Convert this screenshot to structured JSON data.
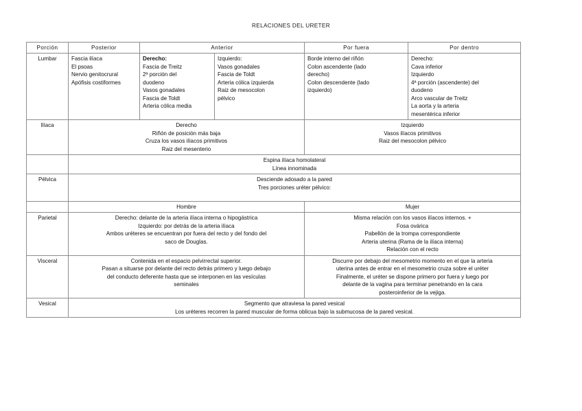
{
  "document": {
    "title": "RELACIONES DEL URETER"
  },
  "table": {
    "headers": {
      "porcion": "Porción",
      "posterior": "Posterior",
      "anterior": "Anterior",
      "por_fuera": "Por fuera",
      "por_dentro": "Por dentro"
    },
    "sub_headers": {
      "hombre": "Hombre",
      "mujer": "Mujer"
    },
    "rows": {
      "lumbar": {
        "label": "Lumbar",
        "posterior": [
          "Fascia ilíaca",
          "El psoas",
          "Nervio genitocrural",
          "Apófisis costiformes"
        ],
        "anterior_derecho_title": "Derecho:",
        "anterior_derecho": [
          "Fascia de Treitz",
          "2ª porción del",
          "duodeno",
          "Vasos gonadales",
          "Fascia de Toldt",
          "Arteria cólica media"
        ],
        "anterior_izquierdo_title": "Izquierdo:",
        "anterior_izquierdo": [
          "Vasos gonadales",
          "Fascia de Toldt",
          "Arteria cólica izquierda",
          "Raiz de mesocolon",
          "pélvico"
        ],
        "por_fuera": [
          "Borde interno del riñón",
          "Colon ascendente (lado",
          "derecho)",
          "Colon descendente (lado",
          "izquierdo)"
        ],
        "por_dentro_title": "Derecho:",
        "por_dentro": [
          "Cava inferior",
          "Izquierdo",
          "4ª porción (ascendente) del",
          "duodeno",
          "Arco vascular de Treitz",
          "La aorta y la arteria",
          "mesentérica inferior"
        ]
      },
      "iliaca": {
        "label": "Ilíaca",
        "derecho": [
          "Derecho",
          "Riñón de posición más baja",
          "Cruza los vasos ilíacos primitivos",
          "Raiz del mesenterio"
        ],
        "izquierdo": [
          "Izquierdo",
          "Vasos ilíacos primitivos",
          "Raiz del mesocolon pélvico"
        ],
        "full_width": [
          "Espina ilíaca homolateral",
          "Línea innominada"
        ]
      },
      "pelvica": {
        "label": "Pélvica",
        "lines": [
          "Desciende adosado a la pared",
          "Tres porciones uréter pélvico:"
        ]
      },
      "parietal": {
        "label": "Parietal",
        "hombre": [
          "Derecho: delante de la arteria ilíaca interna o hipogástrica",
          "Izquierdo: por detrás de la arteria ilíaca",
          "Ambos uréteres se encuentran por fuera del recto y del fondo del",
          "saco de Douglas."
        ],
        "mujer": [
          "Misma relación con los vasos ilíacos internos. +",
          "Fosa ovárica",
          "Pabellón de la trompa correspondiente",
          "Arteria uterina (Rama de la ilíaca interna)",
          "Relación con el recto"
        ]
      },
      "visceral": {
        "label": "Visceral",
        "hombre": [
          "Contenida en el espacio pelvirrectal superior.",
          "Pasan a situarse por delante del recto detrás primero y luego debajo",
          "del conducto deferente hasta que se interponen en las vesículas",
          "seminales"
        ],
        "mujer": [
          "Discurre por debajo del mesometrio momento en el que la arteria",
          "uterina antes de entrar en el mesometrio cruza sobre el uréter",
          "Finalmente, el uréter se dispone primero por fuera y luego por",
          "delante de la vagina para terminar penetrando en la cara",
          "posteroinferior de la vejiga."
        ]
      },
      "vesical": {
        "label": "Vesical",
        "lines": [
          "Segmento que atraviesa la pared vesical",
          "Los uréteres recorren la pared muscular de forma oblicua bajo la submucosa de la pared vesical."
        ]
      }
    }
  }
}
